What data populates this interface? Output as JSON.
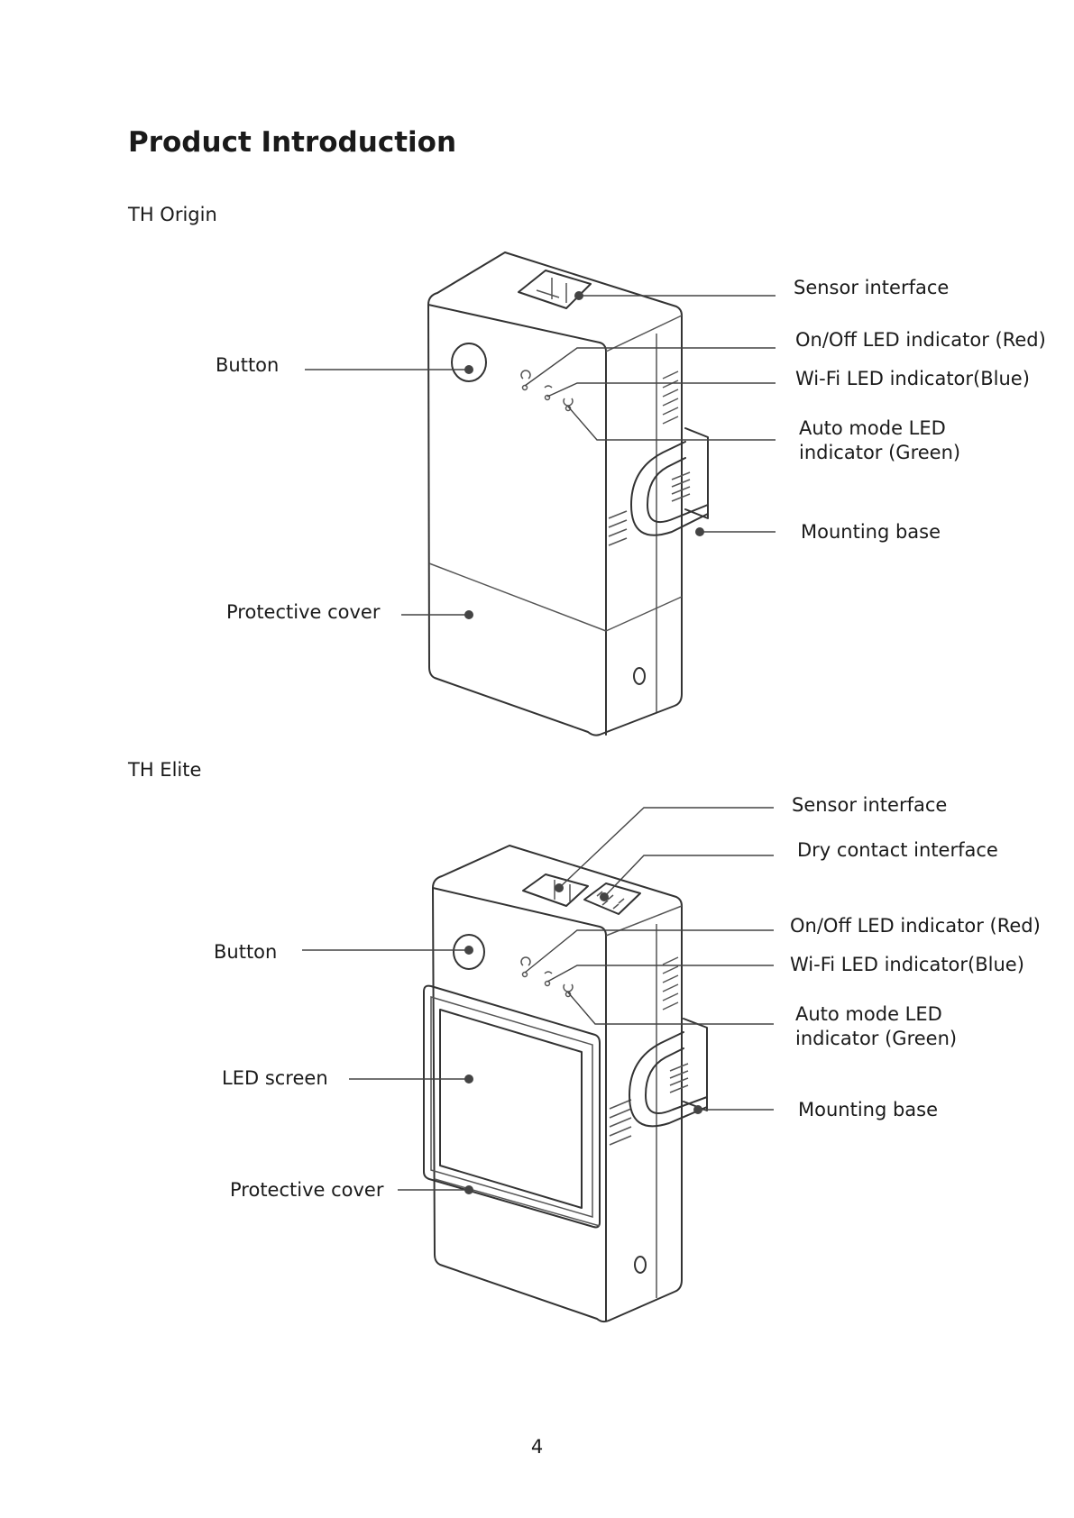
{
  "page": {
    "title": "Product Introduction",
    "page_number": "4"
  },
  "th_origin": {
    "label": "TH Origin",
    "callouts": {
      "sensor_interface": "Sensor interface",
      "onoff_led": "On/Off LED indicator (Red)",
      "wifi_led": "Wi-Fi LED indicator(Blue)",
      "auto_led_line1": "Auto mode LED",
      "auto_led_line2": "indicator (Green)",
      "mounting_base": "Mounting base",
      "button": "Button",
      "protective_cover": "Protective cover"
    }
  },
  "th_elite": {
    "label": "TH Elite",
    "callouts": {
      "sensor_interface": "Sensor interface",
      "dry_contact": "Dry contact interface",
      "onoff_led": "On/Off LED indicator (Red)",
      "wifi_led": "Wi-Fi LED indicator(Blue)",
      "auto_led_line1": "Auto mode LED",
      "auto_led_line2": "indicator (Green)",
      "mounting_base": "Mounting base",
      "button": "Button",
      "led_screen": "LED screen",
      "protective_cover": "Protective cover"
    }
  },
  "colors": {
    "text": "#1a1a1a",
    "outline": "#333333",
    "leader": "#444444",
    "background": "#ffffff"
  }
}
